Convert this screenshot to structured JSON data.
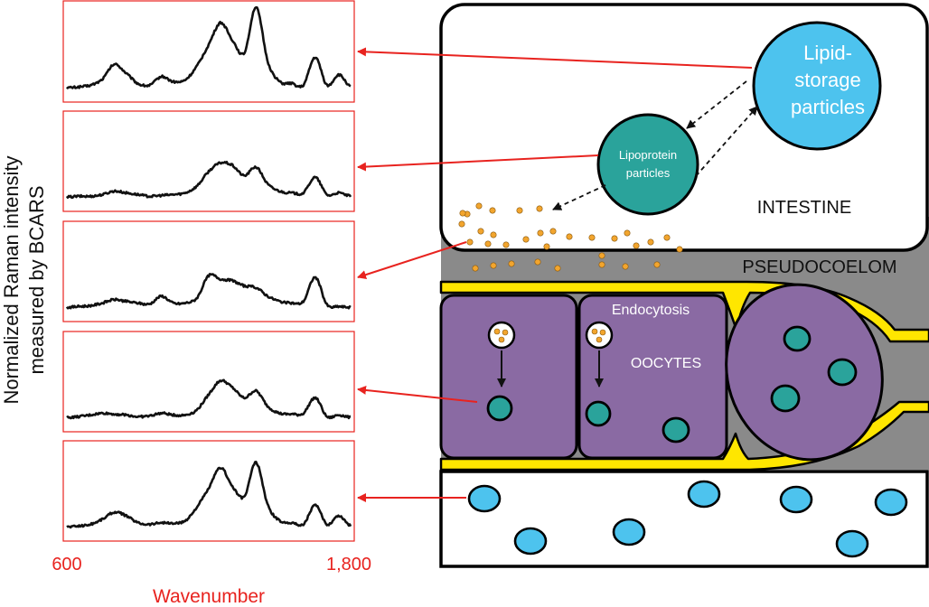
{
  "spectra_panel": {
    "ylabel_line1": "Normalized Raman intensity",
    "ylabel_line2": "measured by BCARS",
    "xlabel": "Wavenumber",
    "x_tick_min": "600",
    "x_tick_max": "1,800",
    "frame_color": "#e8231f",
    "trace_color": "#111111"
  },
  "chart_data": {
    "type": "line",
    "x": [
      600,
      650,
      700,
      750,
      800,
      850,
      900,
      950,
      1000,
      1050,
      1100,
      1150,
      1200,
      1250,
      1300,
      1350,
      1400,
      1450,
      1500,
      1550,
      1600,
      1650,
      1700,
      1750,
      1800
    ],
    "xlim": [
      600,
      1800
    ],
    "xlabel": "Wavenumber",
    "ylabel": "Normalized Raman intensity measured by BCARS",
    "series": [
      {
        "values": [
          0.05,
          0.06,
          0.08,
          0.15,
          0.32,
          0.22,
          0.1,
          0.08,
          0.18,
          0.12,
          0.14,
          0.3,
          0.55,
          0.8,
          0.6,
          0.45,
          0.98,
          0.35,
          0.12,
          0.1,
          0.08,
          0.4,
          0.08,
          0.2,
          0.06
        ]
      },
      {
        "values": [
          0.05,
          0.06,
          0.06,
          0.08,
          0.12,
          0.1,
          0.08,
          0.06,
          0.07,
          0.08,
          0.1,
          0.18,
          0.35,
          0.45,
          0.42,
          0.3,
          0.4,
          0.2,
          0.12,
          0.1,
          0.1,
          0.28,
          0.08,
          0.1,
          0.06
        ]
      },
      {
        "values": [
          0.05,
          0.06,
          0.07,
          0.1,
          0.14,
          0.12,
          0.1,
          0.09,
          0.18,
          0.1,
          0.1,
          0.16,
          0.42,
          0.38,
          0.36,
          0.3,
          0.28,
          0.18,
          0.12,
          0.1,
          0.12,
          0.4,
          0.08,
          0.06,
          0.05
        ]
      },
      {
        "values": [
          0.05,
          0.06,
          0.08,
          0.1,
          0.09,
          0.08,
          0.06,
          0.07,
          0.1,
          0.08,
          0.08,
          0.14,
          0.32,
          0.48,
          0.4,
          0.28,
          0.36,
          0.18,
          0.1,
          0.09,
          0.1,
          0.28,
          0.06,
          0.08,
          0.05
        ]
      },
      {
        "values": [
          0.05,
          0.06,
          0.08,
          0.14,
          0.22,
          0.18,
          0.1,
          0.08,
          0.1,
          0.09,
          0.12,
          0.28,
          0.5,
          0.74,
          0.52,
          0.4,
          0.8,
          0.3,
          0.12,
          0.1,
          0.08,
          0.3,
          0.08,
          0.18,
          0.06
        ]
      }
    ]
  },
  "diagram": {
    "intestine_label": "INTESTINE",
    "pseudocoelom_label": "PSEUDOCOELOM",
    "lipid_storage_label_line1": "Lipid-",
    "lipid_storage_label_line2": "storage",
    "lipid_storage_label_line3": "particles",
    "lipoprotein_label_line1": "Lipoprotein",
    "lipoprotein_label_line2": "particles",
    "endocytosis_label": "Endocytosis",
    "oocytes_label": "OOCYTES",
    "colors": {
      "arrow": "#e8231f",
      "lipid_particle": "#4dc3ee",
      "lipoprotein": "#2aa39b",
      "oocyte": "#8a6aa3",
      "pseudocoelom": "#8a8a8a",
      "gonad_sheath": "#ffe600",
      "yolk": "#f2a52e"
    }
  }
}
